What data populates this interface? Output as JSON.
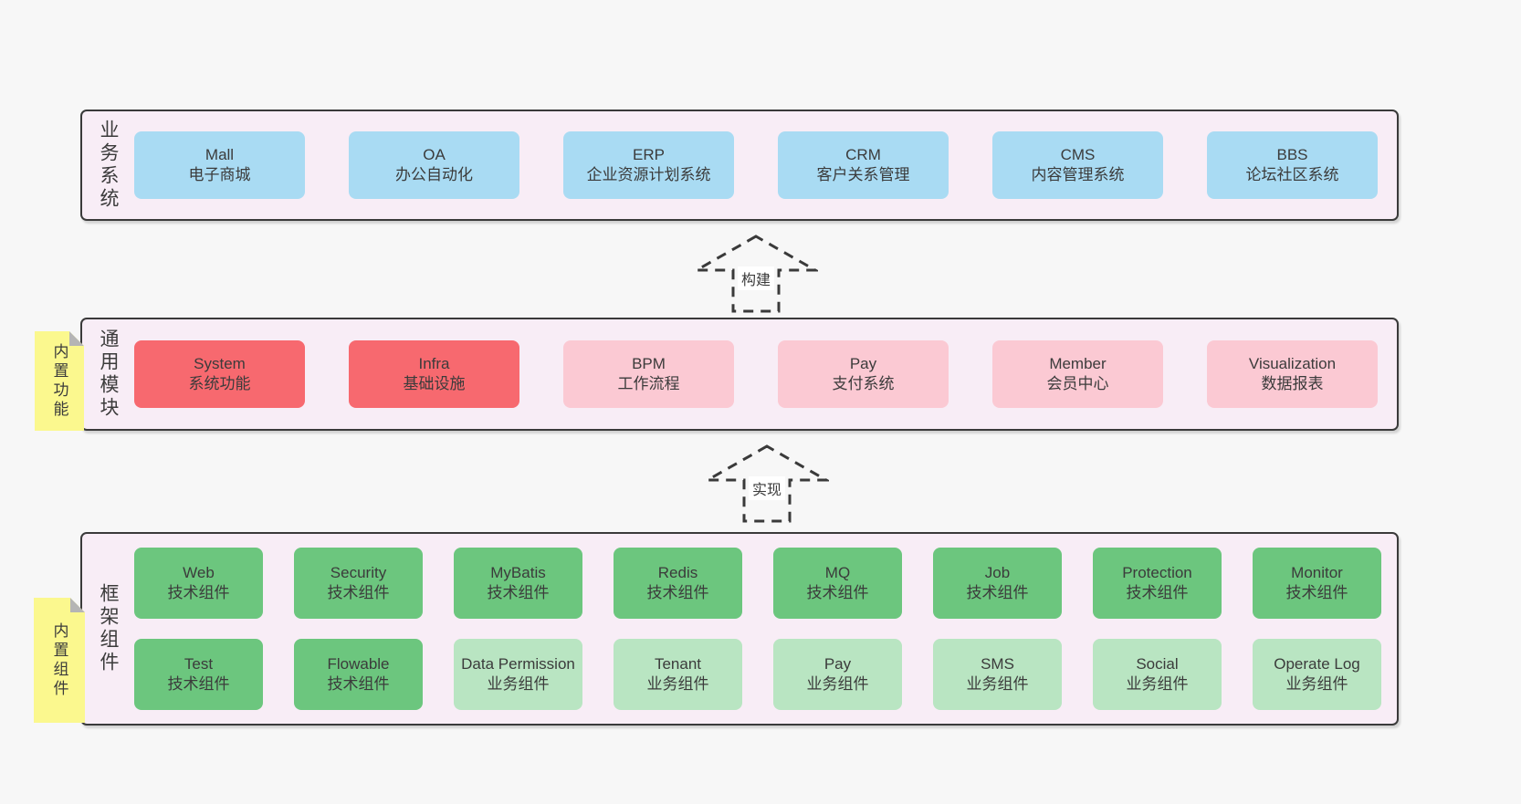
{
  "colors": {
    "page_background": "#f7f7f7",
    "band_background": "#f8edf6",
    "band_border": "#3a3a3a",
    "note_yellow": "#fbf88e",
    "note_fold_gray": "#b5b5b5",
    "text": "#3b3b3b",
    "blue": "#a9dbf3",
    "red": "#f7696f",
    "pink": "#fbc9d3",
    "green": "#6cc67e",
    "lightgreen": "#b9e5c2"
  },
  "arrows": [
    {
      "label": "构建"
    },
    {
      "label": "实现"
    }
  ],
  "bands": [
    {
      "label": "业务系统",
      "note": null,
      "rows": [
        [
          {
            "en": "Mall",
            "zh": "电子商城",
            "variant": "blue"
          },
          {
            "en": "OA",
            "zh": "办公自动化",
            "variant": "blue"
          },
          {
            "en": "ERP",
            "zh": "企业资源计划系统",
            "variant": "blue"
          },
          {
            "en": "CRM",
            "zh": "客户关系管理",
            "variant": "blue"
          },
          {
            "en": "CMS",
            "zh": "内容管理系统",
            "variant": "blue"
          },
          {
            "en": "BBS",
            "zh": "论坛社区系统",
            "variant": "blue"
          }
        ]
      ]
    },
    {
      "label": "通用模块",
      "note": "内置功能",
      "rows": [
        [
          {
            "en": "System",
            "zh": "系统功能",
            "variant": "red"
          },
          {
            "en": "Infra",
            "zh": "基础设施",
            "variant": "red"
          },
          {
            "en": "BPM",
            "zh": "工作流程",
            "variant": "pink"
          },
          {
            "en": "Pay",
            "zh": "支付系统",
            "variant": "pink"
          },
          {
            "en": "Member",
            "zh": "会员中心",
            "variant": "pink"
          },
          {
            "en": "Visualization",
            "zh": "数据报表",
            "variant": "pink"
          }
        ]
      ]
    },
    {
      "label": "框架组件",
      "note": "内置组件",
      "rows": [
        [
          {
            "en": "Web",
            "zh": "技术组件",
            "variant": "green"
          },
          {
            "en": "Security",
            "zh": "技术组件",
            "variant": "green"
          },
          {
            "en": "MyBatis",
            "zh": "技术组件",
            "variant": "green"
          },
          {
            "en": "Redis",
            "zh": "技术组件",
            "variant": "green"
          },
          {
            "en": "MQ",
            "zh": "技术组件",
            "variant": "green"
          },
          {
            "en": "Job",
            "zh": "技术组件",
            "variant": "green"
          },
          {
            "en": "Protection",
            "zh": "技术组件",
            "variant": "green"
          },
          {
            "en": "Monitor",
            "zh": "技术组件",
            "variant": "green"
          }
        ],
        [
          {
            "en": "Test",
            "zh": "技术组件",
            "variant": "green"
          },
          {
            "en": "Flowable",
            "zh": "技术组件",
            "variant": "green"
          },
          {
            "en": "Data Permission",
            "zh": "业务组件",
            "variant": "lightgreen"
          },
          {
            "en": "Tenant",
            "zh": "业务组件",
            "variant": "lightgreen"
          },
          {
            "en": "Pay",
            "zh": "业务组件",
            "variant": "lightgreen"
          },
          {
            "en": "SMS",
            "zh": "业务组件",
            "variant": "lightgreen"
          },
          {
            "en": "Social",
            "zh": "业务组件",
            "variant": "lightgreen"
          },
          {
            "en": "Operate Log",
            "zh": "业务组件",
            "variant": "lightgreen"
          }
        ]
      ]
    }
  ]
}
